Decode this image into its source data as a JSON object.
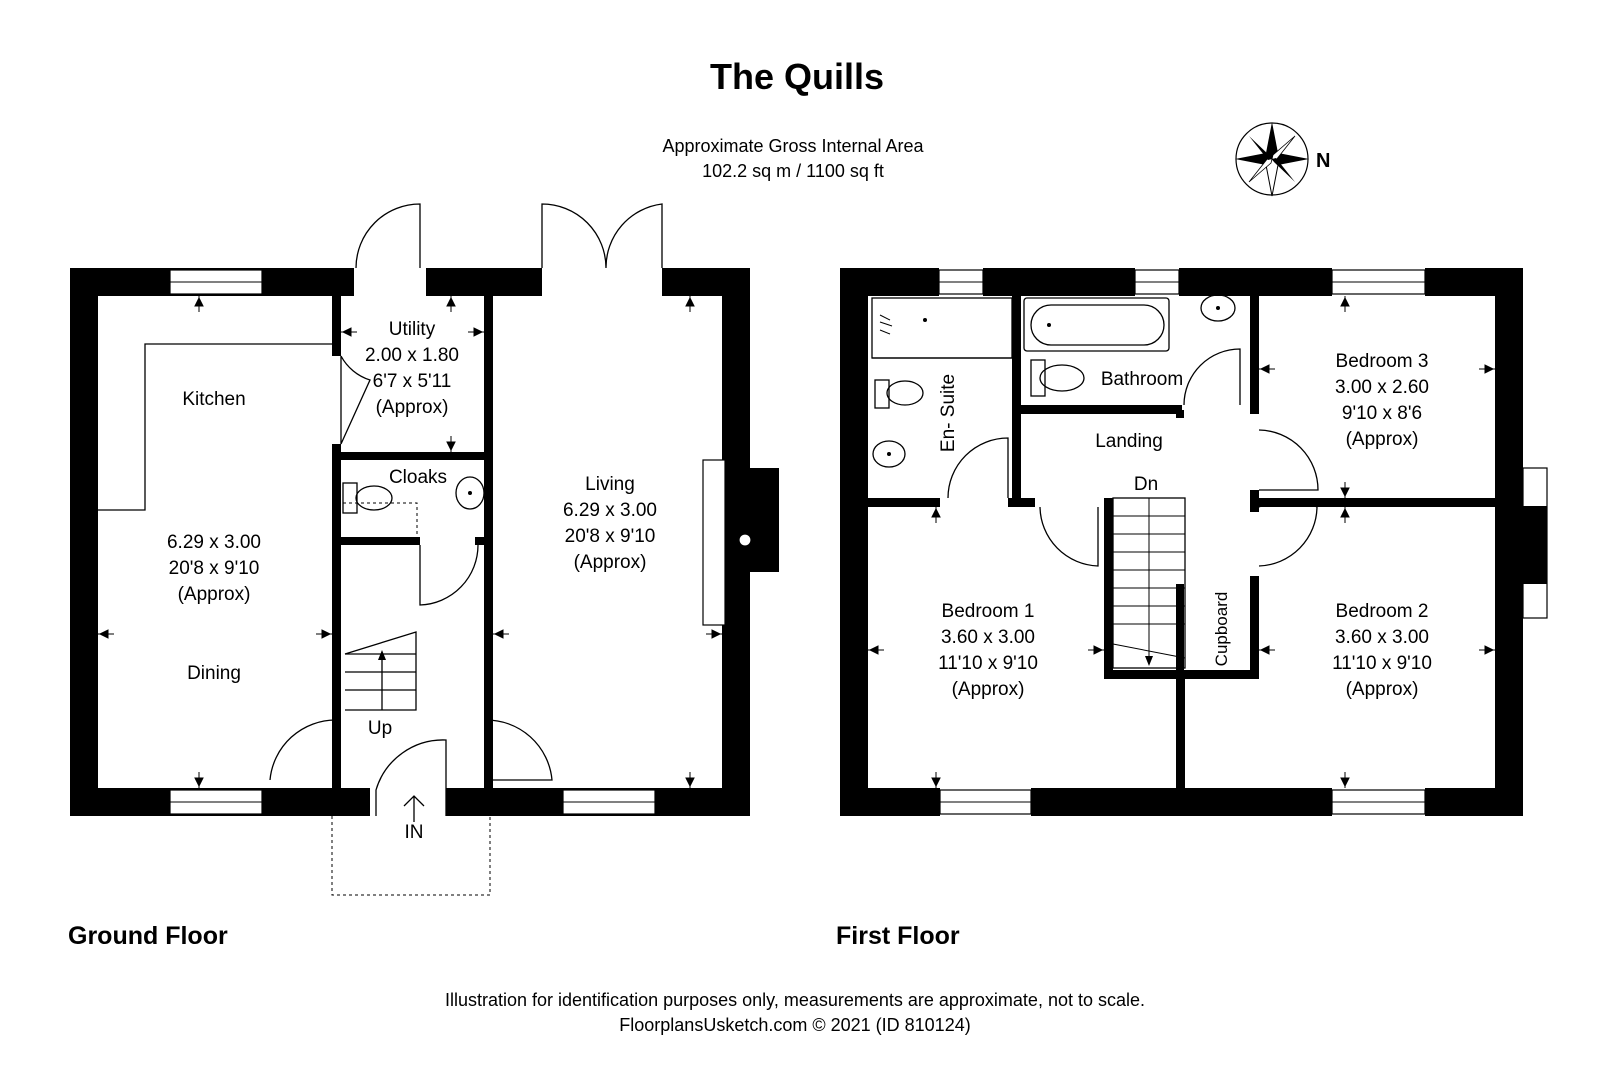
{
  "title": "The Quills",
  "area": {
    "heading": "Approximate Gross Internal Area",
    "value": "102.2 sq m / 1100 sq ft"
  },
  "compass": {
    "label": "N",
    "icon": "compass-rose-icon"
  },
  "ground_floor": {
    "label": "Ground Floor",
    "entrance_label": "IN",
    "stairs_label": "Up",
    "rooms": {
      "kitchen": {
        "name": "Kitchen"
      },
      "dining": {
        "name": "Dining",
        "metric": "6.29 x 3.00",
        "imperial": "20'8 x 9'10",
        "note": "(Approx)"
      },
      "utility": {
        "name": "Utility",
        "metric": "2.00 x 1.80",
        "imperial": "6'7 x 5'11",
        "note": "(Approx)"
      },
      "cloaks": {
        "name": "Cloaks"
      },
      "living": {
        "name": "Living",
        "metric": "6.29 x 3.00",
        "imperial": "20'8 x 9'10",
        "note": "(Approx)"
      }
    }
  },
  "first_floor": {
    "label": "First Floor",
    "stairs_label": "Dn",
    "rooms": {
      "ensuite": {
        "name": "En- Suite"
      },
      "bathroom": {
        "name": "Bathroom"
      },
      "landing": {
        "name": "Landing"
      },
      "bedroom3": {
        "name": "Bedroom 3",
        "metric": "3.00 x 2.60",
        "imperial": "9'10 x 8'6",
        "note": "(Approx)"
      },
      "bedroom1": {
        "name": "Bedroom 1",
        "metric": "3.60 x 3.00",
        "imperial": "11'10 x 9'10",
        "note": "(Approx)"
      },
      "bedroom2": {
        "name": "Bedroom 2",
        "metric": "3.60 x 3.00",
        "imperial": "11'10 x 9'10",
        "note": "(Approx)"
      },
      "cupboard": {
        "name": "Cupboard"
      }
    }
  },
  "footer": {
    "disclaimer": "Illustration for identification purposes only, measurements are approximate, not to scale.",
    "credit": "FloorplansUsketch.com © 2021 (ID 810124)"
  }
}
